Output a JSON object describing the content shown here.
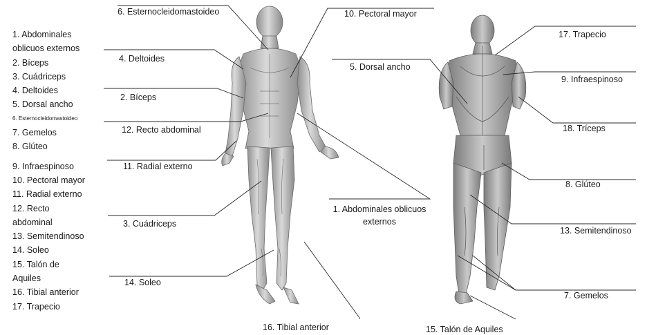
{
  "legend": {
    "items": [
      "1. Abdominales oblicuos  externos",
      "2. Bíceps",
      "3. Cuádriceps",
      "4. Deltoides",
      "5. Dorsal ancho",
      "6. Esternocleidomastoideo",
      "7. Gemelos",
      "8. Glúteo",
      "9. Infraespinoso",
      "10. Pectoral mayor",
      "11. Radial externo",
      "12. Recto abdominal",
      "13. Semitendinoso",
      "14. Soleo",
      "15. Talón de Aquiles",
      "16. Tibial anterior",
      "17. Trapecio"
    ]
  },
  "front_labels": {
    "esternocleidomastoideo": "6. Esternocleidomastoideo",
    "pectoral_mayor": "10. Pectoral mayor",
    "deltoides": "4. Deltoides",
    "biceps": "2. Bíceps",
    "recto_abdominal": "12. Recto abdominal",
    "radial_externo": "11. Radial externo",
    "cuadriceps": "3. Cuádriceps",
    "soleo": "14. Soleo",
    "tibial_anterior": "16. Tibial anterior",
    "abdominales_line1": "1. Abdominales oblicuos",
    "abdominales_line2": "externos"
  },
  "back_labels": {
    "dorsal_ancho": "5. Dorsal ancho",
    "trapecio": "17. Trapecio",
    "infraespinoso": "9. Infraespinoso",
    "triceps": "18. Tríceps",
    "gluteo": "8. Glúteo",
    "semitendinoso": "13. Semitendinoso",
    "gemelos": "7. Gemelos",
    "talon_aquiles": "15. Talón de Aquiles"
  }
}
